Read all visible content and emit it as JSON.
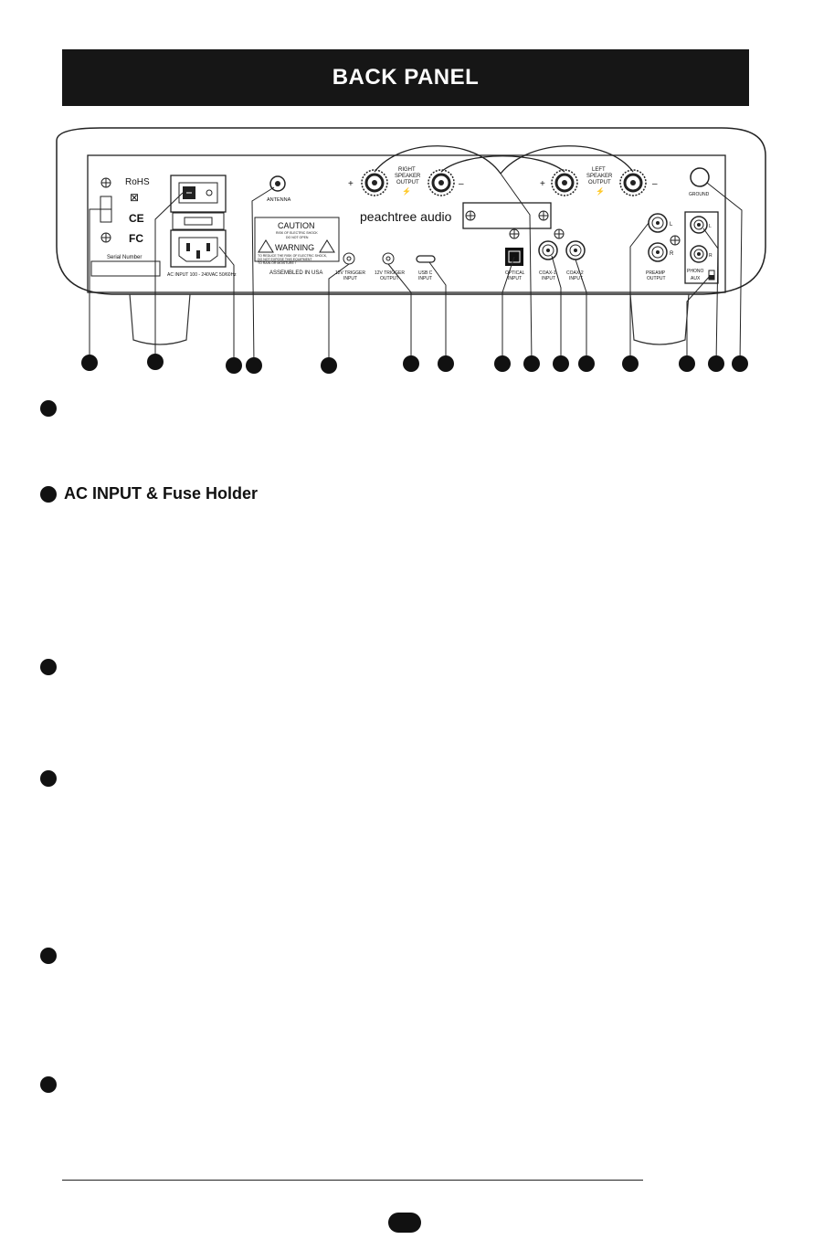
{
  "header": {
    "title": "BACK PANEL"
  },
  "panel": {
    "brand": "peachtree audio",
    "rohs": "RoHS",
    "ce": "CE",
    "fc": "FC",
    "serial_label": "Serial Number",
    "ac_input_label": "AC INPUT 100 - 240VAC 50/60Hz",
    "antenna": "ANTENNA",
    "caution_title": "CAUTION",
    "caution_sub1": "RISK OF ELECTRIC SHOCK",
    "caution_sub2": "DO NOT OPEN",
    "warning_title": "WARNING",
    "warning_text1": "TO REDUCE THE RISK OF ELECTRIC SHOCK,",
    "warning_text2": "DO NOT EXPOSE THIS EQUIPMENT",
    "warning_text3": "TO RAIN OR MOISTURE !",
    "assembled": "ASSEMBLED IN USA",
    "right_speaker": [
      "RIGHT",
      "SPEAKER",
      "OUTPUT"
    ],
    "left_speaker": [
      "LEFT",
      "SPEAKER",
      "OUTPUT"
    ],
    "plus": "+",
    "minus": "–",
    "trigger_in": [
      "12V TRIGGER",
      "INPUT"
    ],
    "trigger_out": [
      "12V TRIGGER",
      "OUTPUT"
    ],
    "usb": [
      "USB C",
      "INPUT"
    ],
    "optical": [
      "OPTICAL",
      "INPUT"
    ],
    "coax1": [
      "COAX-1",
      "INPUT"
    ],
    "coax2": [
      "COAX-2",
      "INPUT"
    ],
    "preamp": [
      "PREAMP",
      "OUTPUT"
    ],
    "phono": [
      "PHONO",
      "AUX"
    ],
    "channel_l": "L",
    "channel_r": "R",
    "ground": "GROUND"
  },
  "sections": [
    {
      "title": ""
    },
    {
      "title": "AC INPUT & Fuse Holder"
    },
    {
      "title": ""
    },
    {
      "title": ""
    },
    {
      "title": ""
    },
    {
      "title": ""
    }
  ]
}
